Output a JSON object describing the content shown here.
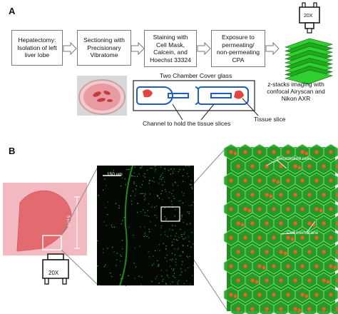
{
  "panels": {
    "a_label": "A",
    "b_label": "B"
  },
  "workflow": {
    "steps": [
      "Hepatectomy:\nIsolation of left\nliver lobe",
      "Sectioning with\nPrecisionary\nVibratome",
      "Staining with\nCell Mask,\nCalcein, and\nHoechst 33324",
      "Exposure to\npermeating/\nnon-permeating\nCPA"
    ],
    "imaging_label": "z-stacks imaging with\nconfocal Airyscan and\nNikon AXR",
    "objective_label": "20X"
  },
  "coverglass": {
    "title": "Two Chamber Cover glass",
    "channel_label": "Channel to hold the tissue slices",
    "slice_label": "Tissue slice"
  },
  "panel_b": {
    "scale_ruler_label": "5 mm",
    "objective_label": "20X",
    "scale_bar_label": "150 um",
    "annotation_binucleated": "Binucleated cells",
    "annotation_membrane": "Cell membrane"
  },
  "colors": {
    "box_border": "#7a7a7a",
    "arrow_fill": "#ffffff",
    "channel_blue": "#1f5fbf",
    "slice_red": "#e2453f",
    "microscopy_green": "#2fbf2f",
    "nuclei_orange": "#ff5a1f",
    "tissue_pink": "#e8787a"
  }
}
